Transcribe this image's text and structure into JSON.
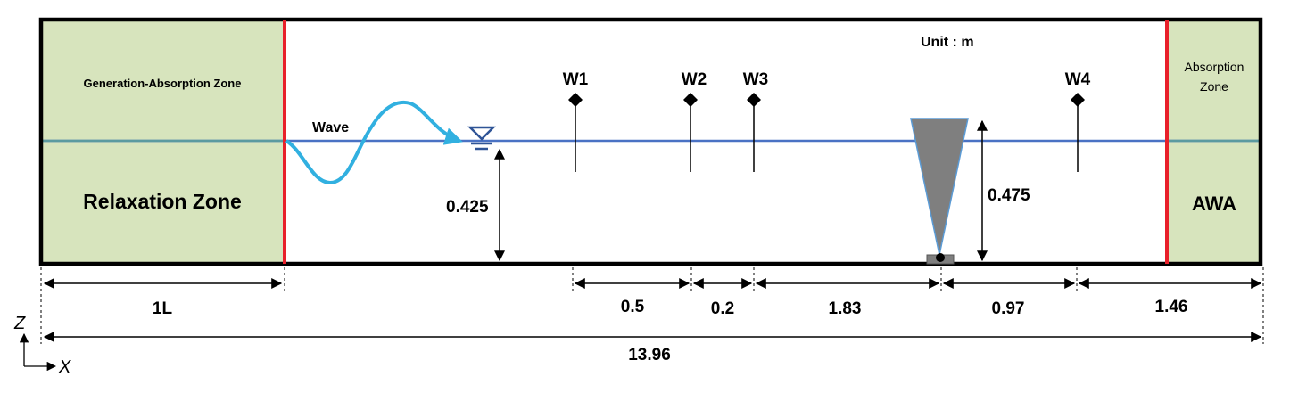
{
  "unit_label": "Unit : m",
  "zones": {
    "left_top": "Generation-Absorption  Zone",
    "left_main": "Relaxation Zone",
    "right_top_line1": "Absorption",
    "right_top_line2": "Zone",
    "right_main": "AWA"
  },
  "wave_label": "Wave",
  "gauges": [
    "W1",
    "W2",
    "W3",
    "W4"
  ],
  "water_depth": "0.425",
  "structure_height": "0.475",
  "dimensions": {
    "relaxation_length": "1L",
    "w1_w2": "0.5",
    "w2_w3": "0.2",
    "w3_structure": "1.83",
    "structure_w4": "0.97",
    "w4_end": "1.46",
    "total": "13.96"
  },
  "axes": {
    "z": "Z",
    "x": "X"
  },
  "colors": {
    "zone_fill": "#d7e4bd",
    "zone_border": "#e8202a",
    "water_line": "#4a72c4",
    "wave": "#31b0e0",
    "structure": "#7f7f7f"
  }
}
